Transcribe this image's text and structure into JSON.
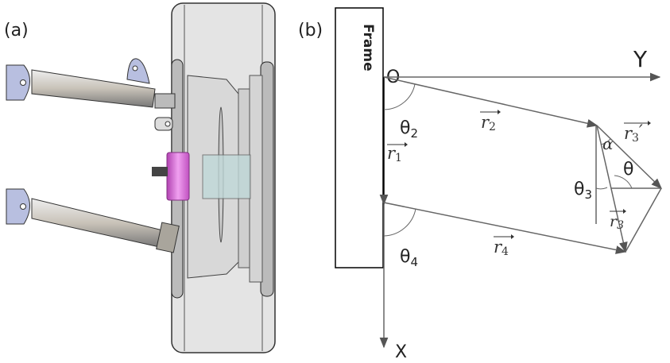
{
  "panel_a": {
    "label": "(a)"
  },
  "panel_b": {
    "label": "(b)",
    "frame": "Frame",
    "origin": "O",
    "x_axis": "X",
    "y_axis": "Y",
    "r1": "r",
    "r1_sub": "1",
    "r2": "r",
    "r2_sub": "2",
    "r3": "r",
    "r3_sub": "3",
    "r3p": "r",
    "r3p_sub": "3",
    "r3p_prime": "′",
    "r4": "r",
    "r4_sub": "4",
    "theta": "θ",
    "theta2": "θ",
    "theta2_sub": "2",
    "theta3": "θ",
    "theta3_sub": "3",
    "theta4": "θ",
    "theta4_sub": "4",
    "alpha": "α"
  },
  "colors": {
    "line": "#666666",
    "arm_blue": "#b8bfe0",
    "hub_pink": "#d860d8"
  }
}
